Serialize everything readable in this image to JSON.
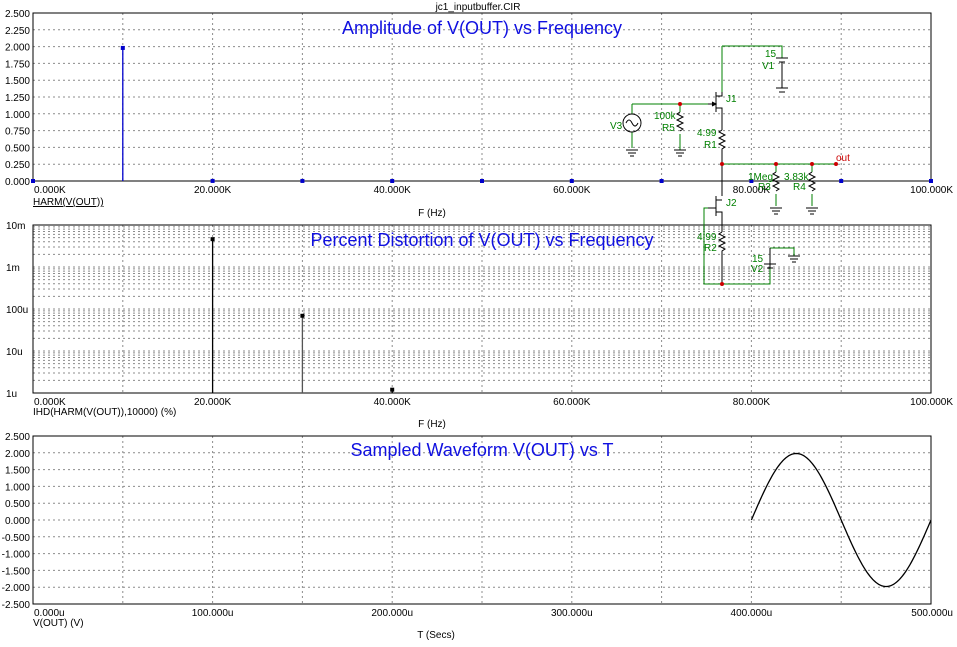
{
  "window": {
    "filename": "jc1_inputbuffer.CIR"
  },
  "colors": {
    "plot1": "#0000cc",
    "plot2": "#000000",
    "plot3": "#000000",
    "grid": "#8c8c8c",
    "schematic": "#008000",
    "node": "#cc0000",
    "title": "#1010e0"
  },
  "chart_data": [
    {
      "type": "bar",
      "title": "Amplitude of V(OUT) vs Frequency",
      "xlabel": "F (Hz)",
      "ylabel": "HARM(V(OUT))",
      "xlim": [
        0,
        100000
      ],
      "ylim": [
        0,
        2.5
      ],
      "x_ticks": [
        "0.000K",
        "20.000K",
        "40.000K",
        "60.000K",
        "80.000K",
        "100.000K"
      ],
      "y_ticks": [
        "0.000",
        "0.250",
        "0.500",
        "0.750",
        "1.000",
        "1.250",
        "1.500",
        "1.750",
        "2.000",
        "2.250",
        "2.500"
      ],
      "x": [
        0,
        10000,
        20000,
        30000,
        40000,
        50000,
        60000,
        70000,
        80000,
        90000,
        100000
      ],
      "values": [
        0,
        1.98,
        0.0012,
        0.0009,
        0.0002,
        0.0001,
        0.0001,
        0.0001,
        0.0001,
        0.0001,
        0.0001
      ]
    },
    {
      "type": "bar",
      "title": "Percent Distortion of V(OUT) vs Frequency",
      "xlabel": "F (Hz)",
      "ylabel": "IHD(HARM(V(OUT)),10000) (%)",
      "xlim": [
        0,
        100000
      ],
      "ylim": [
        1e-06,
        0.01
      ],
      "y_scale": "log",
      "x_ticks": [
        "0.000K",
        "20.000K",
        "40.000K",
        "60.000K",
        "80.000K",
        "100.000K"
      ],
      "y_ticks": [
        "1u",
        "10u",
        "100u",
        "1m",
        "10m"
      ],
      "x": [
        20000,
        30000,
        40000
      ],
      "values": [
        0.0046,
        6.9e-05,
        1.2e-06
      ]
    },
    {
      "type": "line",
      "title": "Sampled Waveform  V(OUT) vs T",
      "xlabel": "T (Secs)",
      "ylabel": "V(OUT) (V)",
      "xlim": [
        0,
        0.0005
      ],
      "ylim": [
        -2.5,
        2.5
      ],
      "x_ticks": [
        "0.000u",
        "100.000u",
        "200.000u",
        "300.000u",
        "400.000u",
        "500.000u"
      ],
      "y_ticks": [
        "-2.500",
        "-2.000",
        "-1.500",
        "-1.000",
        "-0.500",
        "0.000",
        "0.500",
        "1.000",
        "1.500",
        "2.000",
        "2.500"
      ],
      "series": [
        {
          "x_range": [
            0.0004,
            0.0005
          ],
          "amplitude": 1.98,
          "frequency": 10000
        }
      ]
    }
  ],
  "schematic": {
    "labels": {
      "v1_val": "15",
      "v1_name": "V1",
      "v2_val": "15",
      "v2_name": "V2",
      "v3_name": "V3",
      "r5_val": "100k",
      "r5_name": "R5",
      "r1_val": "4.99",
      "r1_name": "R1",
      "r2_val": "4.99",
      "r2_name": "R2",
      "r3_val": "1Meg",
      "r3_name": "R3",
      "r4_val": "3.83k",
      "r4_name": "R4",
      "j1_name": "J1",
      "j2_name": "J2",
      "out": "out"
    }
  }
}
